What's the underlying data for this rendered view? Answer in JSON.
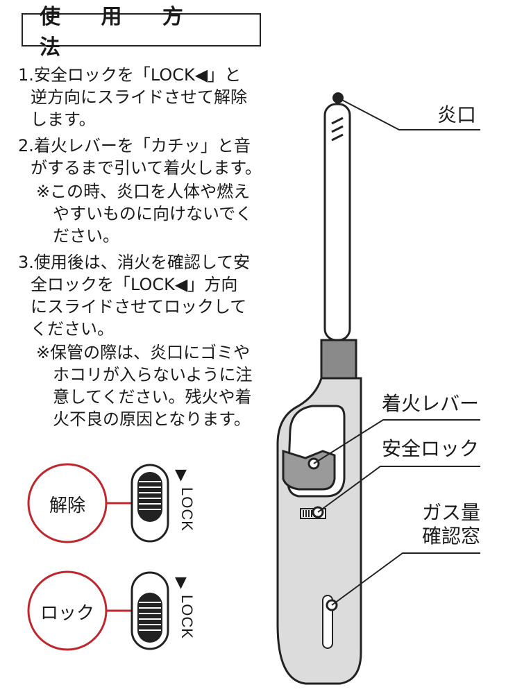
{
  "title": "使 用 方 法",
  "instructions": [
    "1.安全ロックを「LOCK◀」と",
    "逆方向にスライドさせて解除",
    "します。",
    "2.着火レバーを「カチッ」と音",
    "がするまで引いて着火します。",
    "※この時、炎口を人体や燃え",
    "やすいものに向けないでく",
    "ださい。",
    "3.使用後は、消火を確認して安",
    "全ロックを「LOCK◀」方向",
    "にスライドさせてロックして",
    "ください。",
    "※保管の際は、炎口にゴミや",
    "ホコリが入らないように注",
    "意してください。残火や着",
    "火不良の原因となります。"
  ],
  "diagram": {
    "release_label": "解除",
    "lock_label": "ロック",
    "switch_text": "LOCK",
    "lock_arrow": "▼",
    "accent_color": "#c0262d"
  },
  "callouts": {
    "nozzle": "炎口",
    "ignition_lever": "着火レバー",
    "safety_lock": "安全ロック",
    "gas_window_line1": "ガス量",
    "gas_window_line2": "確認窓"
  }
}
